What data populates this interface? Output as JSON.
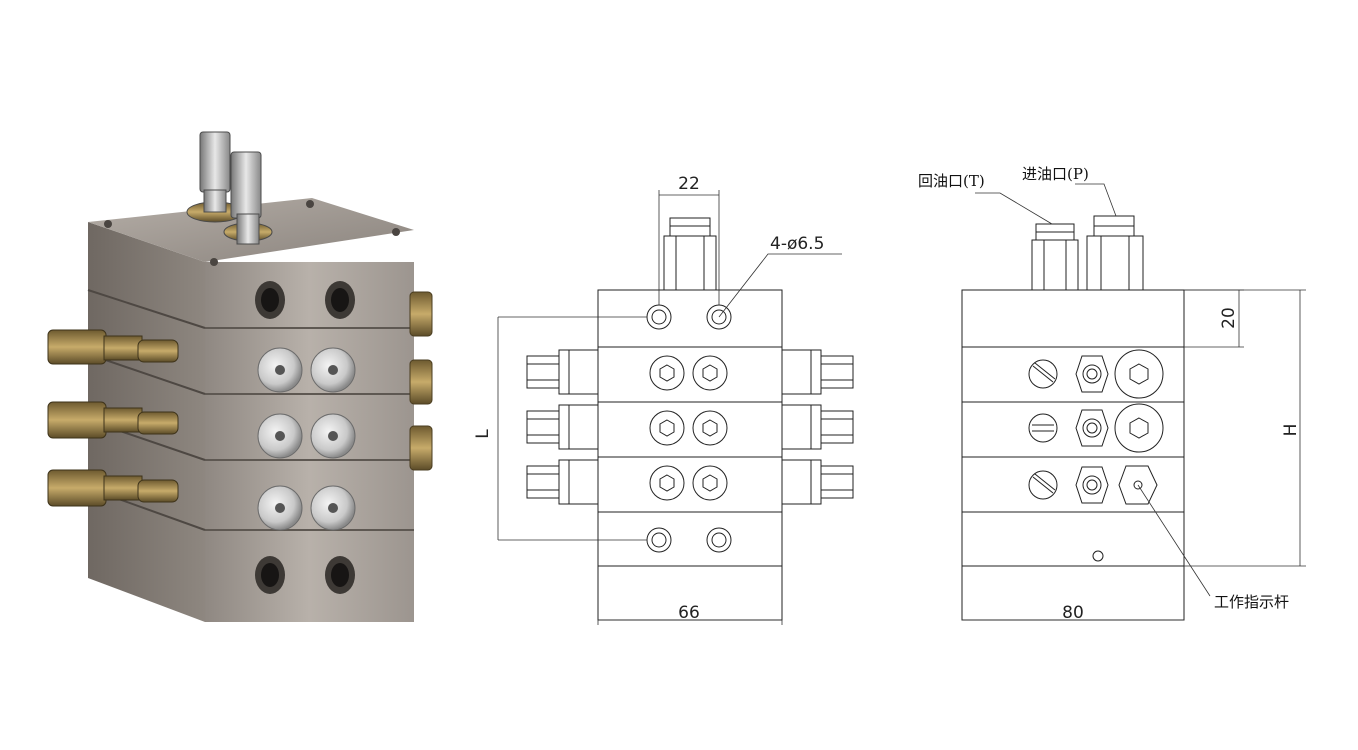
{
  "front_view": {
    "dim_top": "22",
    "dim_bottom": "66",
    "dim_side": "L",
    "hole_callout": "4-ø6.5"
  },
  "side_view": {
    "label_return": "回油口(T)",
    "label_inlet": "进油口(P)",
    "label_indicator": "工作指示杆",
    "dim_top": "20",
    "dim_bottom": "80",
    "dim_side": "H"
  },
  "colors": {
    "line": "#222222",
    "metal_light": "#bdb6b0",
    "metal_dark": "#7d7670",
    "brass": "#a68a4e"
  }
}
